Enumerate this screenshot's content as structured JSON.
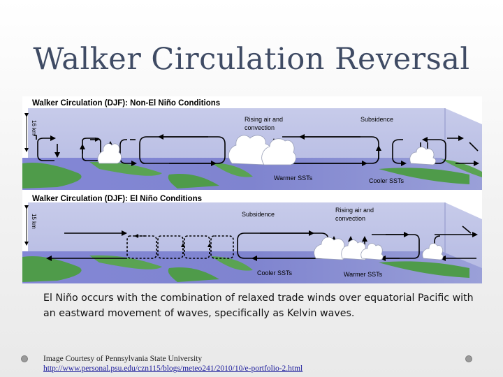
{
  "slide": {
    "title": "Walker Circulation Reversal",
    "caption": "El Niño occurs with the combination of relaxed trade winds over equatorial Pacific with an eastward movement of waves, specifically as Kelvin waves.",
    "credit_text": "Image Courtesy of Pennsylvania State University",
    "credit_url": "http://www.personal.psu.edu/czn115/blogs/meteo241/2010/10/e-portfolio-2.html"
  },
  "diagram": {
    "top_panel": {
      "title": "Walker Circulation (DJF): Non-El Niño Conditions",
      "height_label": "16 km",
      "rising_label_1": "Rising air and",
      "rising_label_2": "convection",
      "subsidence_label": "Subsidence",
      "warm_label": "Warmer SSTs",
      "cool_label": "Cooler SSTs"
    },
    "bottom_panel": {
      "title": "Walker Circulation (DJF): El Niño Conditions",
      "height_label": "15 km",
      "rising_label_1": "Rising air and",
      "rising_label_2": "convection",
      "subsidence_label": "Subsidence",
      "cool_label": "Cooler SSTs",
      "warm_label": "Warmer SSTs"
    }
  }
}
